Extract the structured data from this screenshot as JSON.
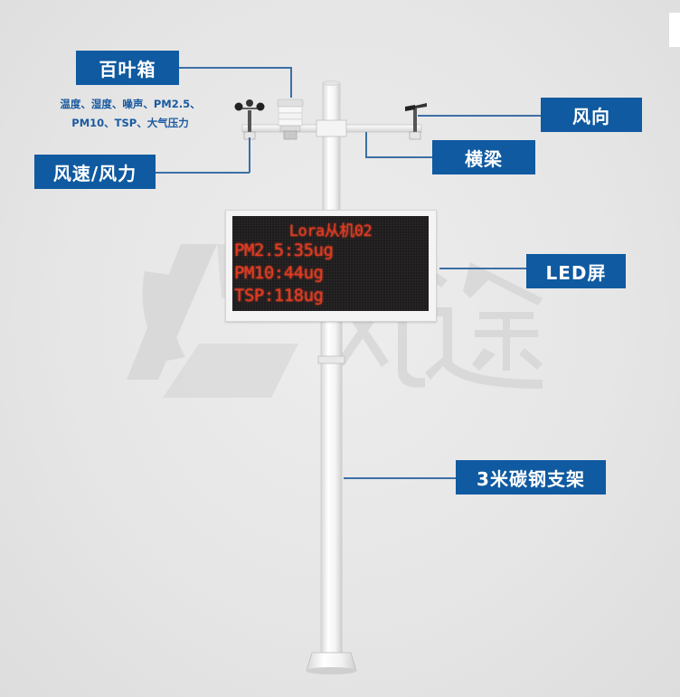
{
  "labels": {
    "louver_box": "百叶箱",
    "wind_speed": "风速/风力",
    "wind_direction": "风向",
    "crossbeam": "横梁",
    "led_screen": "LED屏",
    "bracket": "3米碳钢支架"
  },
  "sensors_note": {
    "line1": "温度、湿度、噪声、PM2.5、",
    "line2": "PM10、TSP、大气压力"
  },
  "led_display": {
    "title": "Lora从机02",
    "line1": "PM2.5:35ug",
    "line2": "PM10:44ug",
    "line3": "TSP:118ug"
  },
  "colors": {
    "label_bg": "#0f5aa0",
    "label_text": "#ffffff",
    "note_text": "#1a5aa0",
    "led_text": "#e23a22",
    "led_bg": "#1d1b1b"
  },
  "icons": [
    "anemometer-icon",
    "louver-box-icon",
    "wind-vane-icon",
    "company-logo-watermark"
  ]
}
